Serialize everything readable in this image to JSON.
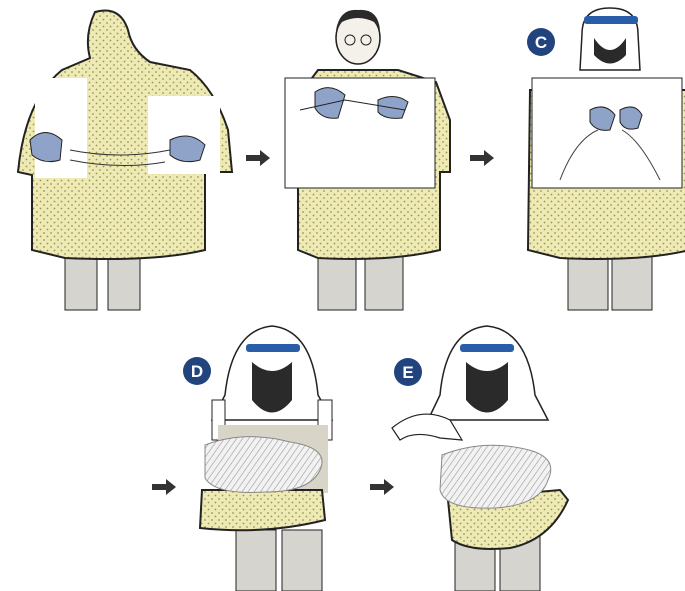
{
  "steps": [
    {
      "label": ""
    },
    {
      "label": ""
    },
    {
      "label": "C"
    },
    {
      "label": "D"
    },
    {
      "label": "E"
    }
  ],
  "colors": {
    "gown_fill": "#efe9b4",
    "gown_dots": "#8f9a5c",
    "glove": "#8fa3c8",
    "badge": "#21447e",
    "visor_band": "#2a5da8",
    "inner_gown": "#ffffff",
    "legs": "#d6d4cf",
    "outline": "#222222",
    "arrow": "#333333"
  },
  "icons": [
    "right-arrow-icon",
    "step-badge-icon"
  ]
}
